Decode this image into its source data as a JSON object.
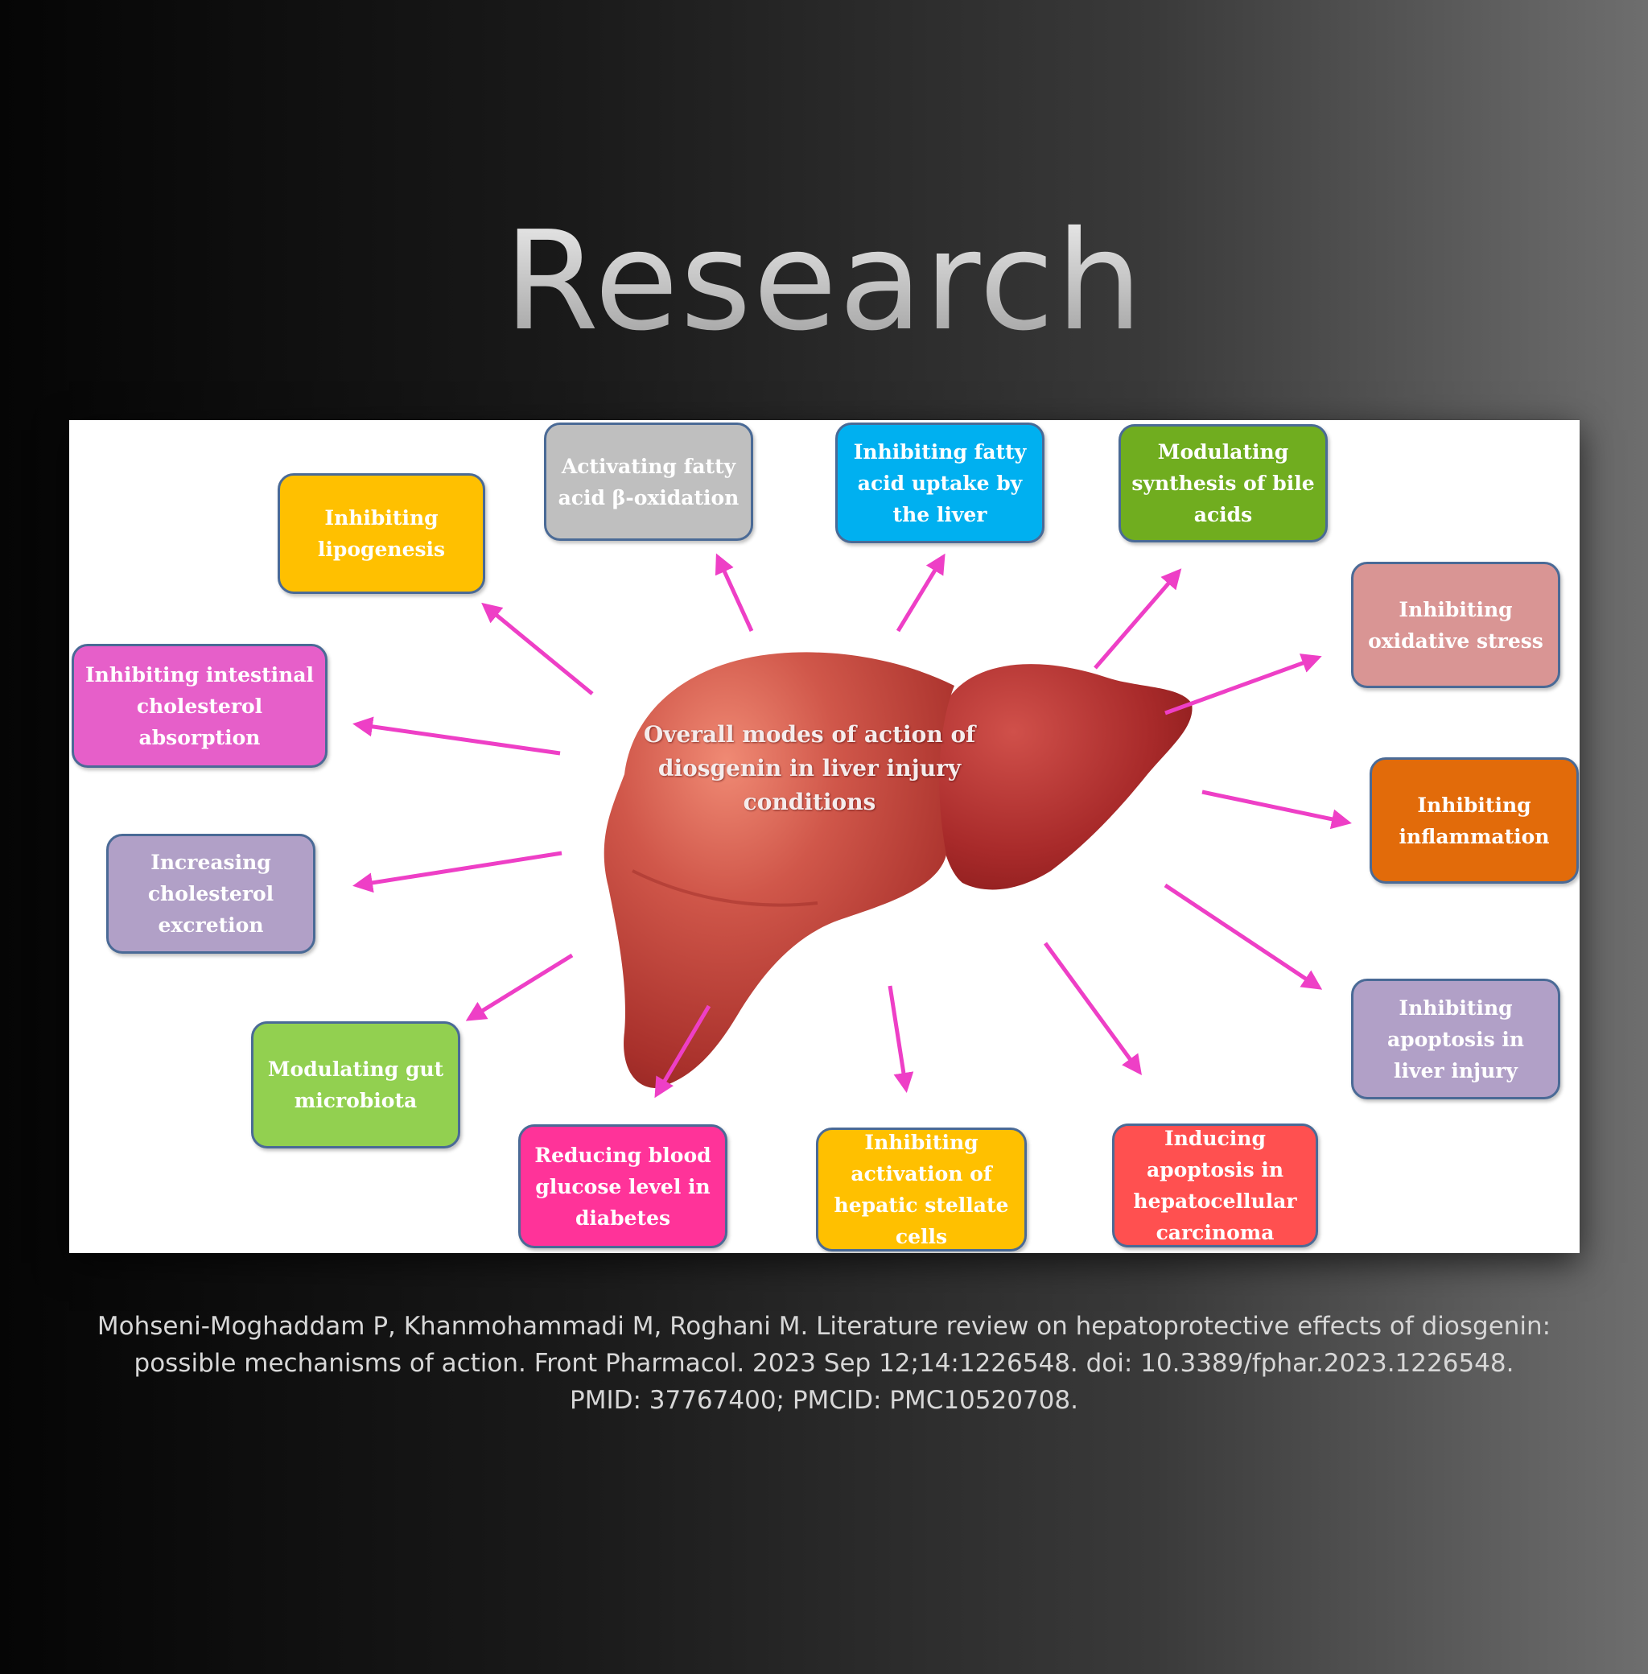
{
  "title": "Research",
  "diagram": {
    "center": "Overall modes of action of diosgenin in liver injury conditions",
    "nodes": [
      {
        "id": "lipogenesis",
        "text": "Inhibiting lipogenesis",
        "color": "#FFC000"
      },
      {
        "id": "fatty-acid-oxidation",
        "text": "Activating fatty acid β-oxidation",
        "color": "#BFBFBF"
      },
      {
        "id": "fatty-acid-uptake",
        "text": "Inhibiting fatty acid uptake by the liver",
        "color": "#00B0F0"
      },
      {
        "id": "bile-acids",
        "text": "Modulating synthesis of bile acids",
        "color": "#70AD1F"
      },
      {
        "id": "oxidative-stress",
        "text": "Inhibiting oxidative stress",
        "color": "#D99594"
      },
      {
        "id": "inflammation",
        "text": "Inhibiting inflammation",
        "color": "#E26B0A"
      },
      {
        "id": "apoptosis-liver-injury",
        "text": "Inhibiting apoptosis in liver injury",
        "color": "#B1A0C7"
      },
      {
        "id": "apoptosis-hcc",
        "text": "Inducing apoptosis in hepatocellular carcinoma",
        "color": "#FF5050"
      },
      {
        "id": "stellate-cells",
        "text": "Inhibiting activation of hepatic stellate cells",
        "color": "#FFC000"
      },
      {
        "id": "blood-glucose",
        "text": "Reducing blood glucose level in diabetes",
        "color": "#FF3399"
      },
      {
        "id": "gut-microbiota",
        "text": "Modulating gut microbiota",
        "color": "#92D050"
      },
      {
        "id": "cholesterol-excretion",
        "text": "Increasing cholesterol excretion",
        "color": "#B1A0C7"
      },
      {
        "id": "cholesterol-absorption",
        "text": "Inhibiting intestinal cholesterol absorption",
        "color": "#E65FC9"
      }
    ],
    "arrow_color": "#EE3FC6"
  },
  "citation": "Mohseni-Moghaddam P, Khanmohammadi M, Roghani M. Literature review on hepatoprotective effects of diosgenin: possible mechanisms of action. Front Pharmacol. 2023 Sep 12;14:1226548. doi: 10.3389/fphar.2023.1226548. PMID: 37767400; PMCID: PMC10520708."
}
